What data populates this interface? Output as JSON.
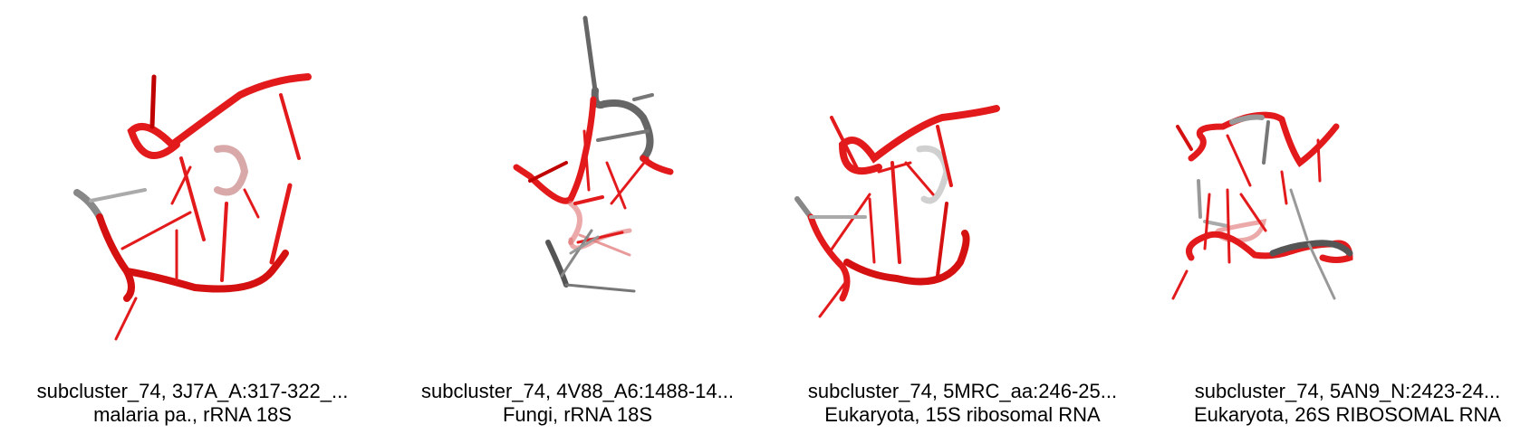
{
  "colors": {
    "primary": "#e31a1c",
    "secondary": "#777777"
  },
  "panels": [
    {
      "title": "subcluster_74, 3J7A_A:317-322_...",
      "subtitle": "malaria pa., rRNA 18S"
    },
    {
      "title": "subcluster_74, 4V88_A6:1488-14...",
      "subtitle": "Fungi, rRNA 18S"
    },
    {
      "title": "subcluster_74, 5MRC_aa:246-25...",
      "subtitle": "Eukaryota, 15S ribosomal RNA"
    },
    {
      "title": "subcluster_74, 5AN9_N:2423-24...",
      "subtitle": "Eukaryota, 26S RIBOSOMAL RNA"
    }
  ]
}
